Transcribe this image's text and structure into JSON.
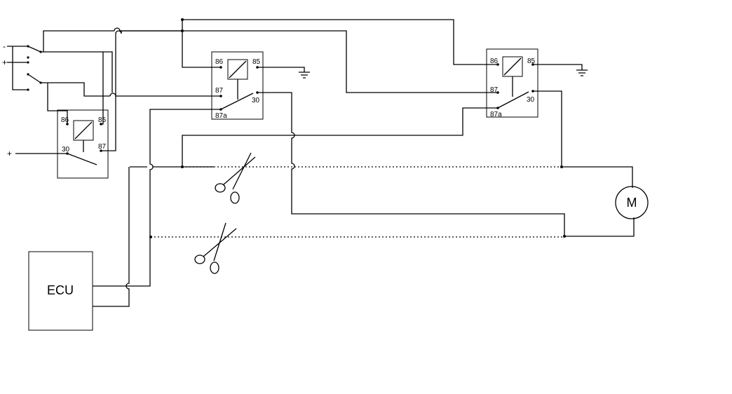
{
  "colors": {
    "line": "#000000",
    "background": "#ffffff"
  },
  "switch": {
    "minus_label": "-",
    "plus_label": "+"
  },
  "supply": {
    "plus_label": "+"
  },
  "relays": [
    {
      "id": "relay-left",
      "pins": {
        "p86": "86",
        "p85": "85",
        "p87": "87",
        "p30": "30"
      }
    },
    {
      "id": "relay-middle",
      "pins": {
        "p86": "86",
        "p85": "85",
        "p87": "87",
        "p30": "30",
        "p87a": "87a"
      }
    },
    {
      "id": "relay-right",
      "pins": {
        "p86": "86",
        "p85": "85",
        "p87": "87",
        "p30": "30",
        "p87a": "87a"
      }
    }
  ],
  "ecu": {
    "label": "ECU"
  },
  "motor": {
    "label": "M"
  },
  "icons": {
    "cut": "scissors-icon",
    "ground": "ground-icon"
  }
}
